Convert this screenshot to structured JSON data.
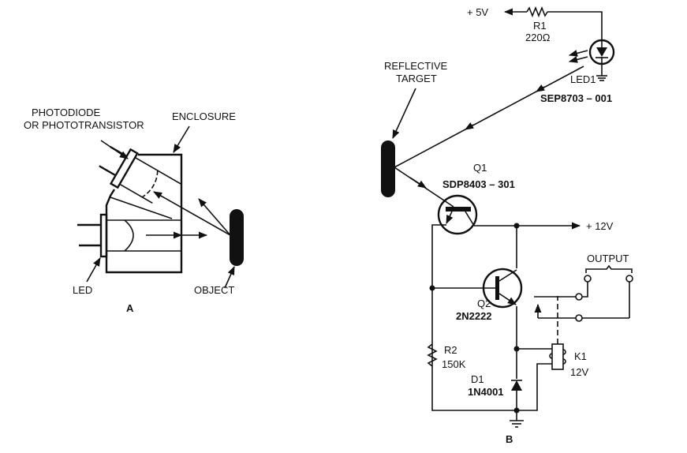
{
  "figure_a": {
    "caption": "A",
    "labels": {
      "photodiode_line1": "PHOTODIODE",
      "photodiode_line2": "OR PHOTOTRANSISTOR",
      "enclosure": "ENCLOSURE",
      "led": "LED",
      "object": "OBJECT"
    }
  },
  "figure_b": {
    "caption": "B",
    "supply_5v": "+ 5V",
    "supply_12v": "+ 12V",
    "r1": {
      "ref": "R1",
      "value": "220Ω"
    },
    "led1": {
      "ref": "LED1",
      "part": "SEP8703 – 001"
    },
    "target_line1": "REFLECTIVE",
    "target_line2": "TARGET",
    "q1": {
      "ref": "Q1",
      "part": "SDP8403 – 301"
    },
    "q2": {
      "ref": "Q2",
      "part": "2N2222"
    },
    "r2": {
      "ref": "R2",
      "value": "150K"
    },
    "d1": {
      "ref": "D1",
      "part": "1N4001"
    },
    "k1": {
      "ref": "K1",
      "value": "12V"
    },
    "output": "OUTPUT"
  }
}
